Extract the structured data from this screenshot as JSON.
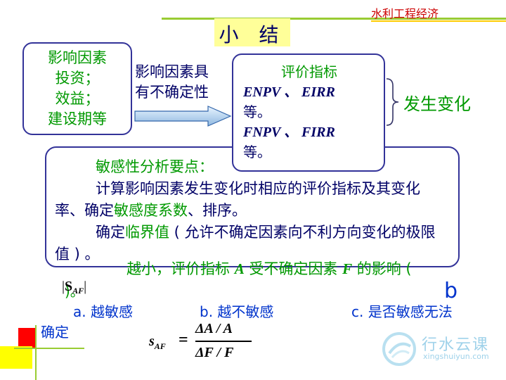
{
  "header": {
    "course": "水利工程经济",
    "title": "小 结"
  },
  "factors_box": {
    "lines": [
      "影响因素",
      "投资；",
      "效益；",
      "建设期等"
    ]
  },
  "middle_text": {
    "line1": "影响因素具",
    "line2": "有不确定性",
    "line3": "。"
  },
  "indicator_box": {
    "title": "评价指标",
    "line1_terms": "ENPV 、 EIRR",
    "line1_tail": "等。",
    "line2_terms": "FNPV 、 FIRR",
    "line2_tail": "等。"
  },
  "change_label": "发生变化",
  "analysis": {
    "heading": "敏感性分析要点：",
    "p1_a": "计算影响因素发生变化时相应的评价指标及其变化率、确定",
    "p1_b": "敏感度系数",
    "p1_c": "、排序。",
    "p2_a": "确定",
    "p2_b": "临界值",
    "p2_c": " ( 允许不确定因素向不利方向变化的极限值 ) 。"
  },
  "question": {
    "text_a": "越小，评价指标 ",
    "var_a": "A",
    "text_b": " 受不确定因素 ",
    "var_f": "F",
    "text_c": " 的影响 (",
    "text_end": ")。",
    "abs_symbol": "S",
    "abs_sub": "AF",
    "answer": "b"
  },
  "options": {
    "a": "a. 越敏感",
    "b": "b. 越不敏感",
    "c": "c. 是否敏感无法",
    "c_tail": "确定"
  },
  "formula": {
    "lhs": "s",
    "lhs_sub": "AF",
    "eq": "=",
    "numerator": "ΔA / A",
    "denominator": "ΔF / F"
  },
  "watermark": {
    "text": "行水云课",
    "url": "xingshuiyun.com"
  },
  "colors": {
    "green": "#009900",
    "navy": "#000066",
    "red": "#cc0000",
    "blue": "#0033cc",
    "title_bg": "#ffff99",
    "border": "#333399"
  }
}
